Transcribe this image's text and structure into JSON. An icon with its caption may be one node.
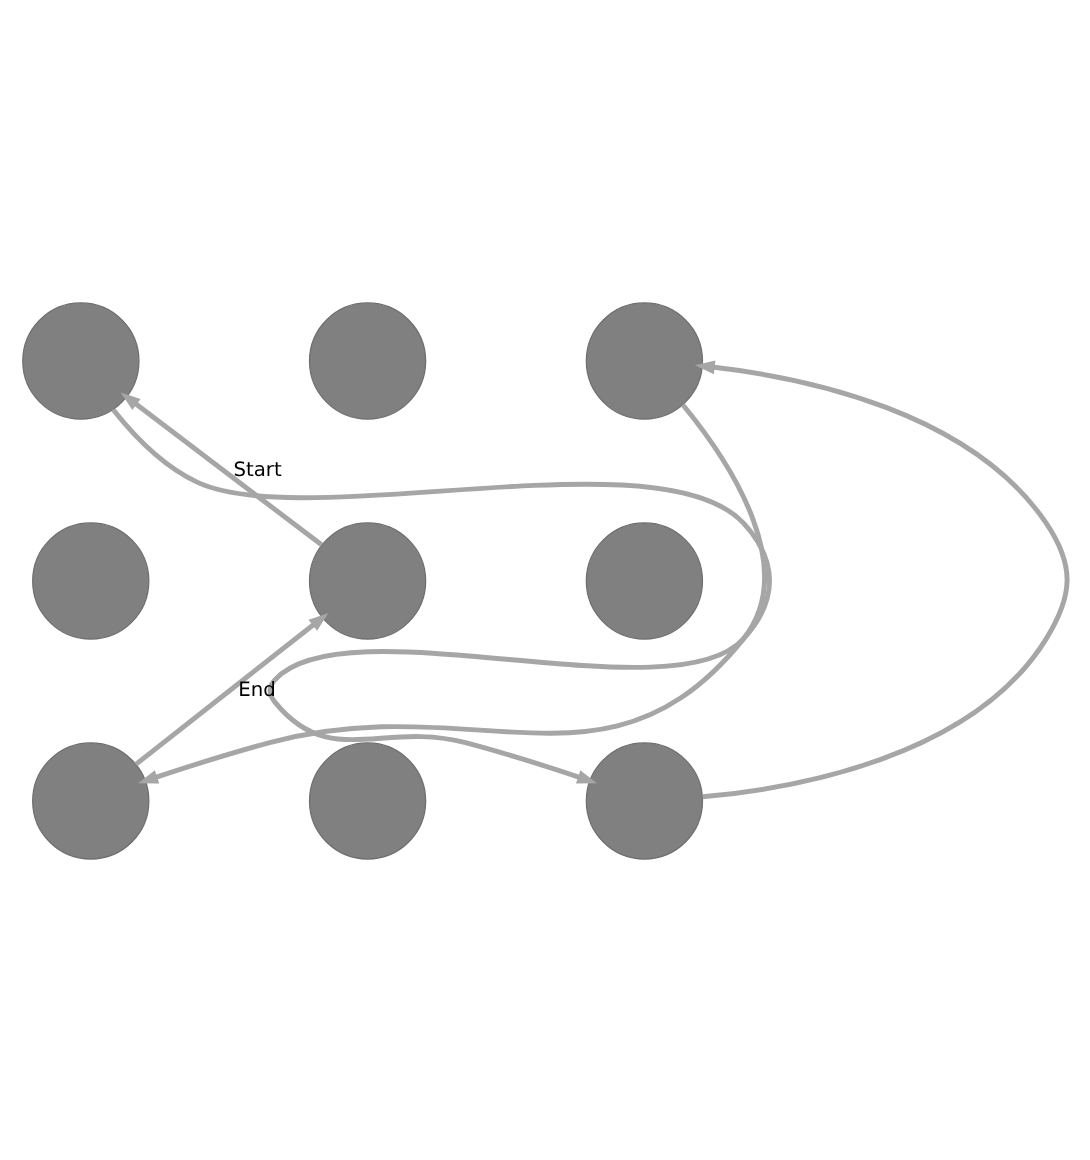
{
  "diagram": {
    "nodes": [
      {
        "text": [],
        "shape": "circle"
      },
      {
        "text": [],
        "shape": "circle"
      },
      {
        "text": [],
        "shape": "circle"
      },
      {
        "text": [],
        "shape": "circle"
      },
      {
        "text": [],
        "shape": "circle"
      },
      {
        "text": [],
        "shape": "circle"
      },
      {
        "text": [],
        "shape": "circle"
      },
      {
        "text": [],
        "shape": "circle"
      },
      {
        "text": [],
        "shape": "circle"
      }
    ],
    "edges": [
      {
        "from": 4,
        "to": 0,
        "arrow": "to",
        "label": "Start"
      },
      {
        "from": 0,
        "to": 8,
        "arrow": "to"
      },
      {
        "from": 8,
        "to": 2,
        "arrow": "to"
      },
      {
        "from": 2,
        "to": 6,
        "arrow": "to"
      },
      {
        "from": 6,
        "to": 4,
        "arrow": "to",
        "label": "End"
      }
    ]
  }
}
